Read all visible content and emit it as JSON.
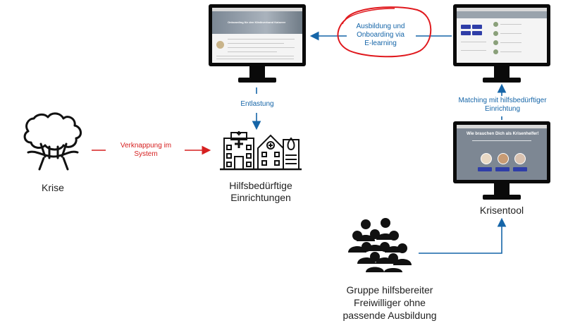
{
  "nodes": {
    "krise": "Krise",
    "einrichtungen": "Hilfsbedürftige\nEinrichtungen",
    "krisentool": "Krisentool",
    "gruppe": "Gruppe hilfsbereiter\nFreiwilliger ohne\npassende Ausbildung"
  },
  "edges": {
    "verknappung": "Verknappung im\nSystem",
    "entlastung": "Entlastung",
    "ausbildung": "Ausbildung und\nOnboarding via\nE-learning",
    "matching": "Matching mit hilfsbedürftiger\nEinrichtung"
  },
  "screens": {
    "onboarding_title": "Onboarding für den Klinikverbund Kaiserer",
    "krisentool_title": "Wie brauchen Dich als Krisenhelfer!"
  },
  "colors": {
    "arrow_blue": "#1565a8",
    "arrow_red": "#d62020",
    "highlight_circle": "#e0191e"
  }
}
